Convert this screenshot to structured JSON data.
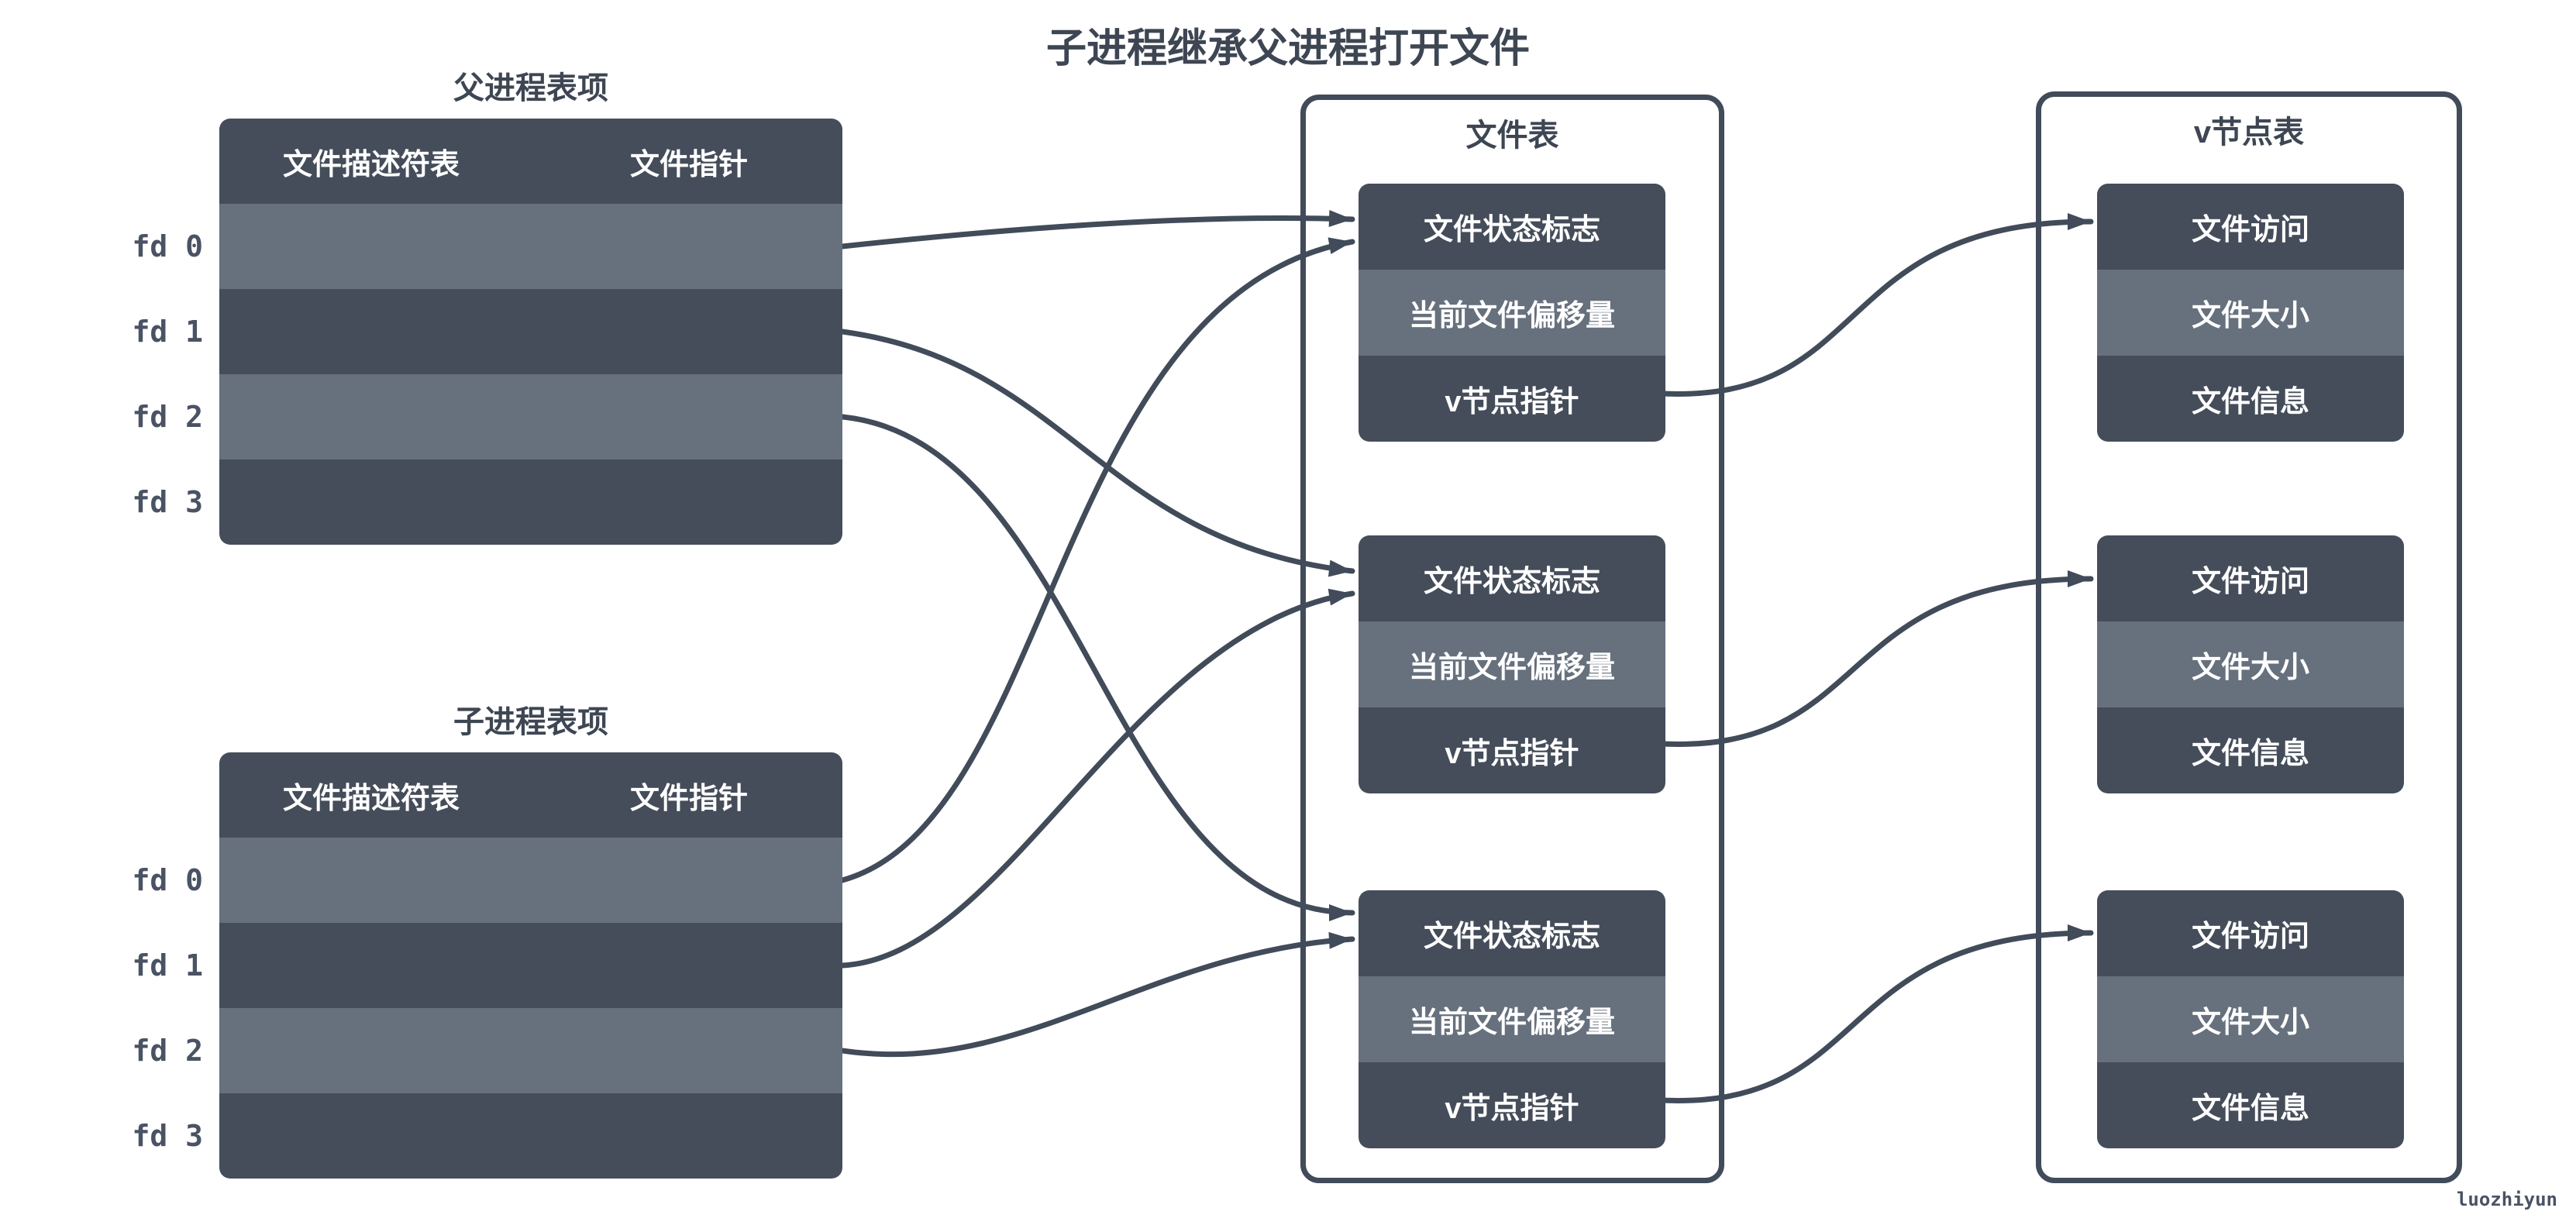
{
  "title": "子进程继承父进程打开文件",
  "watermark": "luozhiyun",
  "colors": {
    "background": "#ffffff",
    "row_dark": "#454d5a",
    "row_light": "#67707d",
    "line": "#414b59",
    "text_dark": "#3e4653",
    "fd_text": "#4a5364",
    "text_white": "#ffffff"
  },
  "process_tables": [
    {
      "title": "父进程表项",
      "headers": [
        "文件描述符表",
        "文件指针"
      ],
      "fd_labels": [
        "fd 0",
        "fd 1",
        "fd 2",
        "fd 3"
      ]
    },
    {
      "title": "子进程表项",
      "headers": [
        "文件描述符表",
        "文件指针"
      ],
      "fd_labels": [
        "fd 0",
        "fd 1",
        "fd 2",
        "fd 3"
      ]
    }
  ],
  "file_table": {
    "title": "文件表",
    "entries": [
      {
        "rows": [
          "文件状态标志",
          "当前文件偏移量",
          "v节点指针"
        ]
      },
      {
        "rows": [
          "文件状态标志",
          "当前文件偏移量",
          "v节点指针"
        ]
      },
      {
        "rows": [
          "文件状态标志",
          "当前文件偏移量",
          "v节点指针"
        ]
      }
    ]
  },
  "vnode_table": {
    "title": "v节点表",
    "entries": [
      {
        "rows": [
          "文件访问",
          "文件大小",
          "文件信息"
        ]
      },
      {
        "rows": [
          "文件访问",
          "文件大小",
          "文件信息"
        ]
      },
      {
        "rows": [
          "文件访问",
          "文件大小",
          "文件信息"
        ]
      }
    ]
  },
  "connections": [
    {
      "from": "parent.fd0",
      "to": "file.entry0"
    },
    {
      "from": "parent.fd1",
      "to": "file.entry1"
    },
    {
      "from": "parent.fd2",
      "to": "file.entry2"
    },
    {
      "from": "child.fd0",
      "to": "file.entry0"
    },
    {
      "from": "child.fd1",
      "to": "file.entry1"
    },
    {
      "from": "child.fd2",
      "to": "file.entry2"
    },
    {
      "from": "file.entry0",
      "to": "vnode.entry0"
    },
    {
      "from": "file.entry1",
      "to": "vnode.entry1"
    },
    {
      "from": "file.entry2",
      "to": "vnode.entry2"
    }
  ]
}
